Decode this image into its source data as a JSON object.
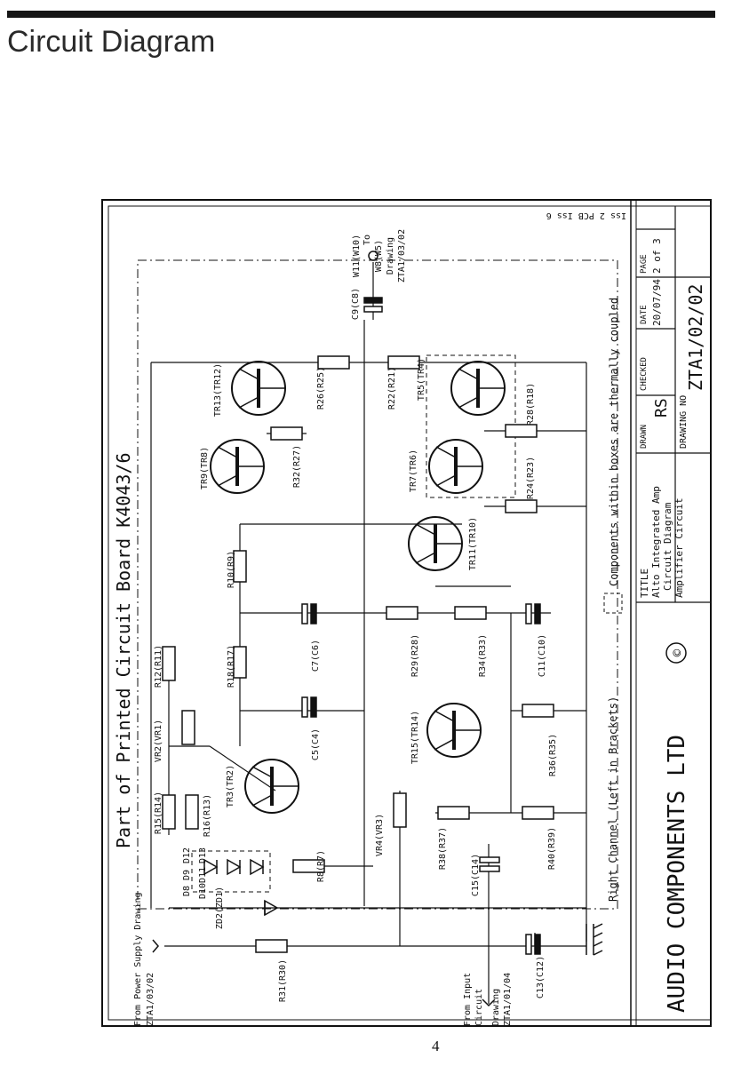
{
  "page": {
    "heading": "Circuit Diagram",
    "page_number": "4"
  },
  "board": {
    "label": "Part of Printed Circuit Board K4043/6",
    "revision": "Iss 2 PCB Iss 6"
  },
  "notes": {
    "right_channel": "Right Channel (Left in Brackets)",
    "thermal": "Components within boxes are thermally coupled"
  },
  "connections": {
    "power_supply": [
      "From Power Supply Drawing",
      "ZTA1/03/02"
    ],
    "input": [
      "From Input",
      "Circuit",
      "Drawing",
      "ZTA1/01/04"
    ],
    "output": [
      "W11(W10)",
      "To",
      "W8(W5)",
      "Drawing",
      "ZTA1/03/02"
    ]
  },
  "title_block": {
    "company": "AUDIO COMPONENTS LTD",
    "copyright_symbol": "©",
    "title_label": "TITLE",
    "title_lines": [
      "Alto Integrated Amp",
      "Circuit Diagram",
      "Amplifier Circuit"
    ],
    "drawn_label": "DRAWN",
    "checked_label": "CHECKED",
    "checked_value": "RS",
    "date_label": "DATE",
    "date_value": "20/07/94",
    "page_label": "PAGE",
    "page_value": "2 of 3",
    "drawing_no_label": "DRAWING NO",
    "drawing_no_value": "ZTA1/02/02"
  },
  "components": {
    "TR13": "TR13(TR12)",
    "TR9": "TR9(TR8)",
    "TR5": "TR5(TR4)",
    "TR7": "TR7(TR6)",
    "TR11": "TR11(TR10)",
    "TR3": "TR3(TR2)",
    "TR15": "TR15(TR14)",
    "R26": "R26(R25)",
    "R22": "R22(R21)",
    "R32": "R32(R27)",
    "R28": "R28(R18)",
    "R24": "R24(R23)",
    "R10": "R10(R9)",
    "R18": "R18(R17)",
    "R12": "R12(R11)",
    "VR2": "VR2(VR1)",
    "R15": "R15(R14)",
    "R16": "R16(R13)",
    "R8": "R8(R7)",
    "D10": "D10",
    "D11": "D11",
    "D13": "D13",
    "D8": "D8",
    "D9": "D9",
    "D12": "D12",
    "ZD2": "ZD2(ZD1)",
    "R31": "R31(R30)",
    "C9": "C9(C8)",
    "C7": "C7(C6)",
    "C5": "C5(C4)",
    "R29": "R29(R28)",
    "R34": "R34(R33)",
    "C11": "C11(C10)",
    "R36": "R36(R35)",
    "VR4": "VR4(VR3)",
    "R38": "R38(R37)",
    "R40": "R40(R39)",
    "C15": "C15(C14)",
    "C13": "C13(C12)"
  }
}
